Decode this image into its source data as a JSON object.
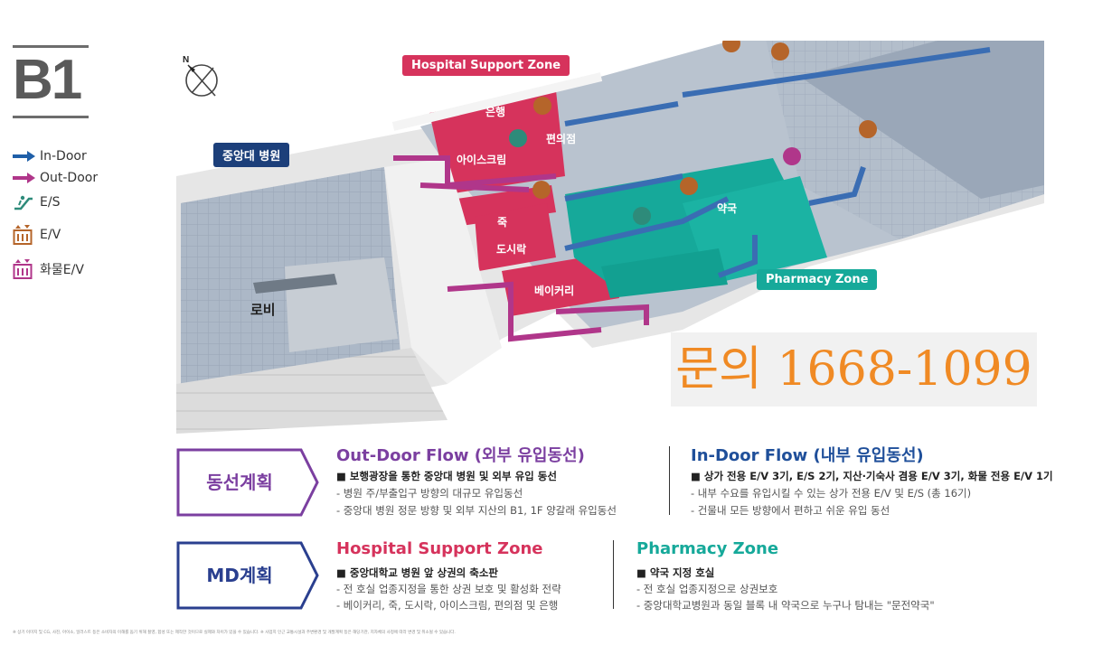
{
  "level": "B1",
  "legend": [
    {
      "label": "In-Door",
      "icon": "blue-arrow-icon",
      "color": "#1f5fa8"
    },
    {
      "label": "Out-Door",
      "icon": "magenta-arrow-icon",
      "color": "#b0368a"
    },
    {
      "label": "E/S",
      "icon": "escalator-icon",
      "color": "#2e8b7a"
    },
    {
      "label": "E/V",
      "icon": "elevator-icon",
      "color": "#b5652a"
    },
    {
      "label": "화물E/V",
      "icon": "freight-elevator-icon",
      "color": "#b0368a"
    }
  ],
  "map": {
    "hospital_zone_tag": "Hospital Support Zone",
    "pharmacy_zone_tag": "Pharmacy Zone",
    "hospital_name_tag": "중앙대 병원",
    "lobby": "로비",
    "shops": {
      "bank": "은행",
      "convenience": "편의점",
      "icecream": "아이스크림",
      "porridge": "죽",
      "lunchbox": "도시락",
      "bakery": "베이커리",
      "pharmacy": "약국"
    },
    "colors": {
      "hospital": "#d6335c",
      "pharmacy": "#16a99a",
      "hospital_tag": "#1c3f7a"
    }
  },
  "contact": {
    "phone": "문의 1668-1099"
  },
  "plans": [
    {
      "badge": "동선계획",
      "badge_color": "#7b3fa0",
      "left": {
        "title": "Out-Door Flow (외부 유입동선)",
        "title_color": "#7b3fa0",
        "lead": "■ 보행광장을 통한 중앙대 병원 및 외부 유입 동선",
        "items": [
          "- 병원 주/부출입구 방향의 대규모 유입동선",
          "- 중앙대 병원 정문 방향 및 외부 지산의 B1, 1F 양갈래 유입동선"
        ]
      },
      "right": {
        "title": "In-Door Flow (내부 유입동선)",
        "title_color": "#1f4f9a",
        "lead": "■ 상가 전용 E/V 3기, E/S 2기, 지산·기숙사 겸용 E/V 3기, 화물 전용 E/V 1기",
        "items": [
          "- 내부 수요를 유입시킬 수 있는 상가 전용 E/V 및 E/S (총 16기)",
          "- 건물내 모든 방향에서 편하고 쉬운 유입 동선"
        ]
      }
    },
    {
      "badge": "MD계획",
      "badge_color": "#2a3f8f",
      "left": {
        "title": "Hospital Support Zone",
        "title_color": "#d6335c",
        "lead": "■ 중앙대학교 병원 앞 상권의 축소판",
        "items": [
          "- 전 호실 업종지정을 통한 상권 보호 및 활성화 전략",
          "- 베이커리, 죽, 도시락, 아이스크림, 편의점 및 은행"
        ]
      },
      "right": {
        "title": "Pharmacy Zone",
        "title_color": "#16a99a",
        "lead": "■ 약국 지정 호실",
        "items": [
          "- 전 호실 업종지정으로 상권보호",
          "- 중앙대학교병원과 동일 블록 내 약국으로 누구나 탐내는 \"문전약국\""
        ]
      }
    }
  ],
  "footnote": "※ 상기 이미지 및 CG, 사진, 아이소, 일러스트 등은 소비자의 이해를 돕기 위해 촬영, 합성 또는 제작한 것이므로 실제와 차이가 있을 수 있습니다. ※ 사업지 인근 교통시설과 주변환경 및 개발계획 등은 해당기관, 지자체의 사정에 따라 변경 및 취소될 수 있습니다."
}
